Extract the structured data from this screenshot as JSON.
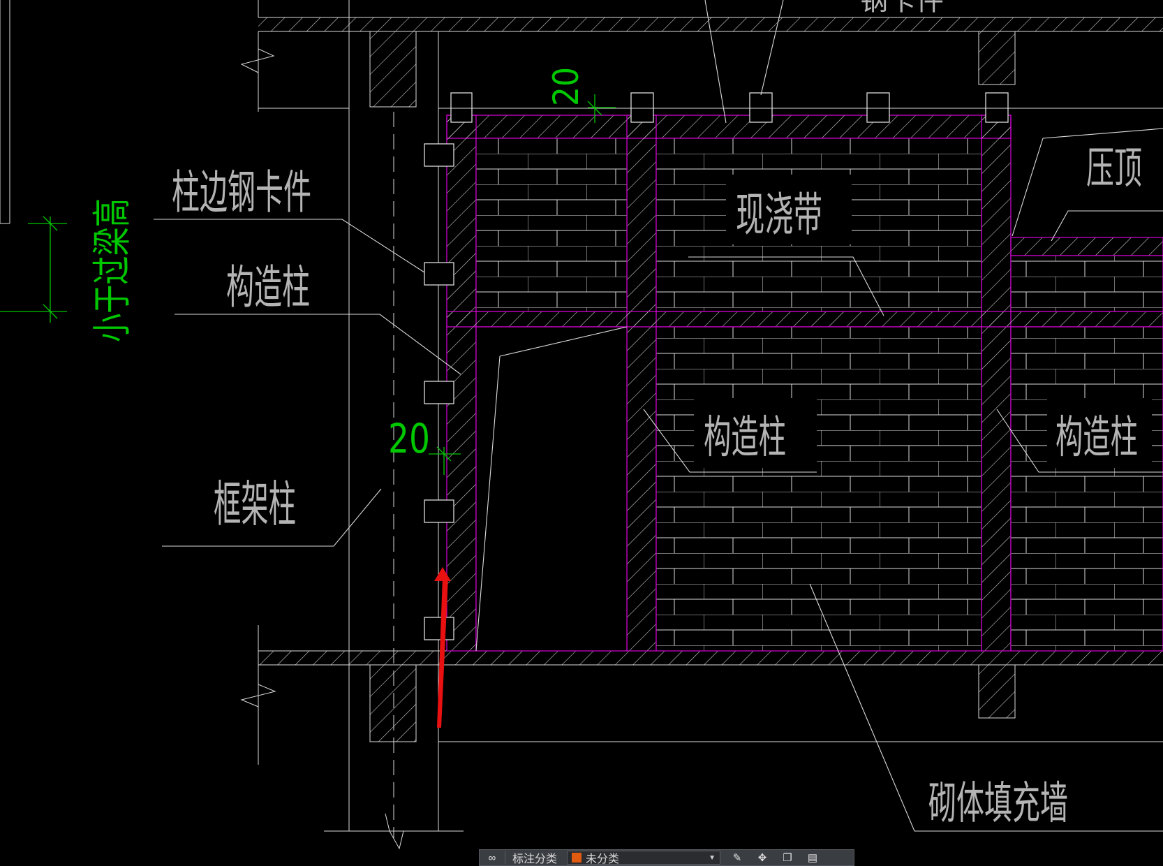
{
  "drawing": {
    "labels": {
      "column_edge_clip": "柱边钢卡件",
      "structural_column_left": "构造柱",
      "frame_column": "框架柱",
      "cast_in_place_band": "现浇带",
      "coping": "压顶",
      "structural_column_mid": "构造柱",
      "structural_column_right": "构造柱",
      "masonry_infill_wall": "砌体填充墙",
      "top_partial": "钢卡件"
    },
    "dimensions": {
      "vertical_note": "小于过梁高",
      "gap_top": "20",
      "gap_side": "20"
    },
    "colors": {
      "lines": "#dcdcdc",
      "magenta": "#c800c8",
      "dimension": "#00c800",
      "arrow": "#e81010"
    }
  },
  "toolbar": {
    "link_icon": "link-icon",
    "category_label": "标注分类",
    "category_value": "未分类",
    "category_color": "#e05a10",
    "tools": [
      "edit-icon",
      "move-icon",
      "copy-icon",
      "delete-icon"
    ]
  }
}
